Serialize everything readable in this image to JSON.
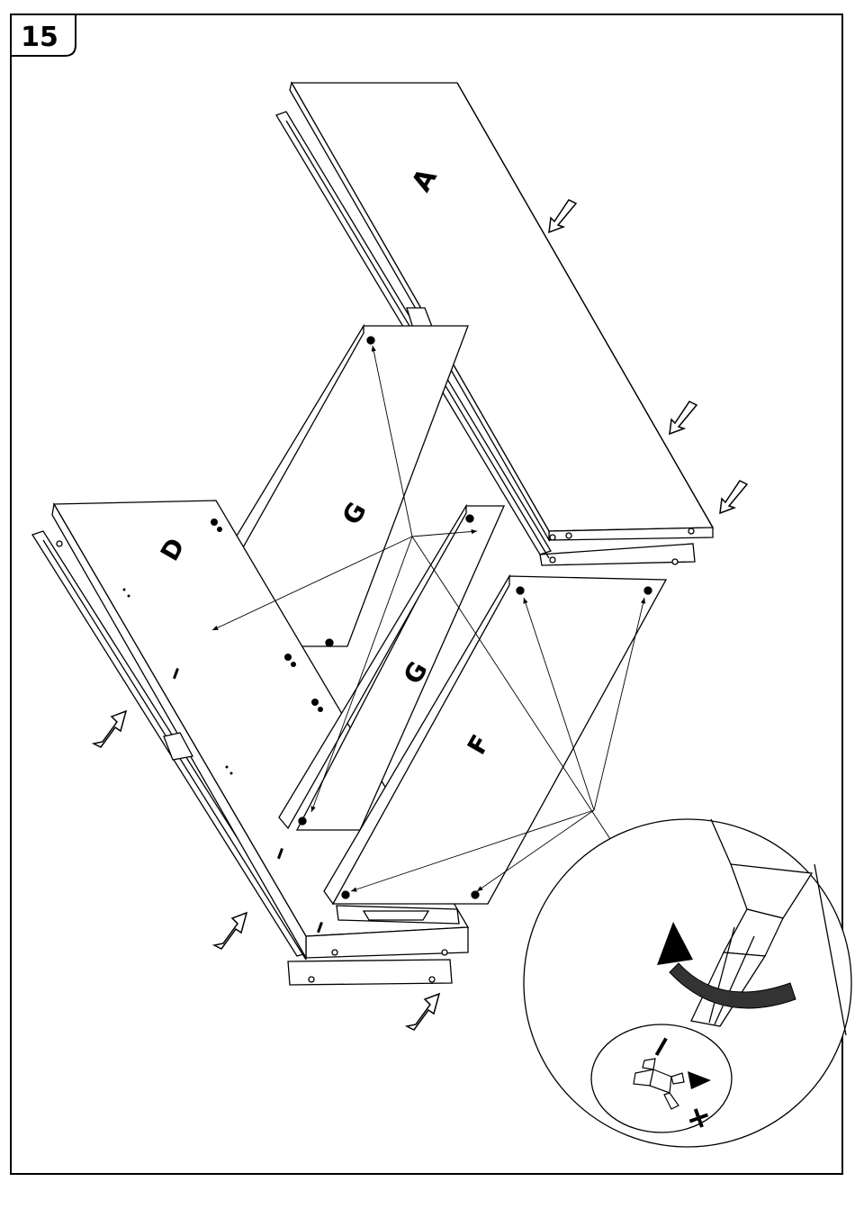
{
  "step": {
    "number": "15"
  },
  "panels": {
    "A": "A",
    "D": "D",
    "G_upper": "G",
    "G_lower": "G",
    "F": "F"
  },
  "detail": {
    "minus": "−",
    "plus": "+"
  },
  "colors": {
    "ink": "#000000",
    "paper": "#ffffff"
  }
}
